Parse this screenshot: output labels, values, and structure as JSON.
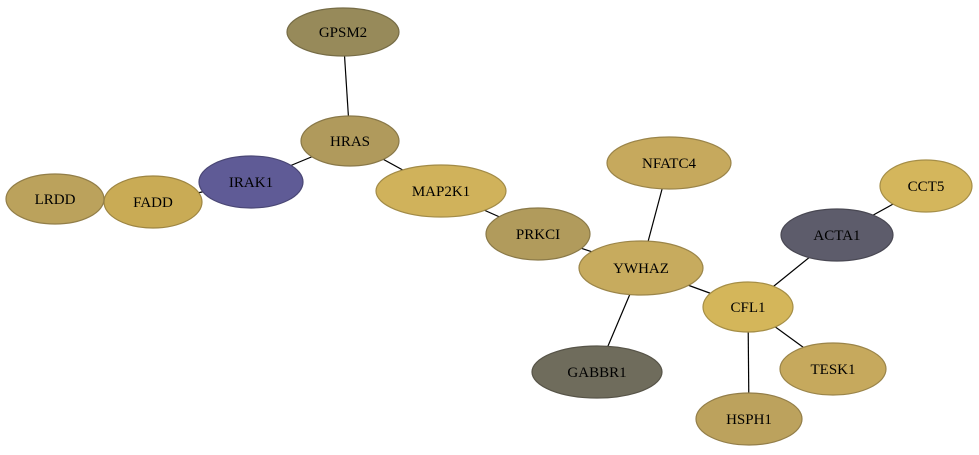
{
  "graph": {
    "nodes": [
      {
        "id": "GPSM2",
        "label": "GPSM2",
        "fill": "#978a5a"
      },
      {
        "id": "HRAS",
        "label": "HRAS",
        "fill": "#b09a5c"
      },
      {
        "id": "IRAK1",
        "label": "IRAK1",
        "fill": "#5f5b96"
      },
      {
        "id": "FADD",
        "label": "FADD",
        "fill": "#c9ab55"
      },
      {
        "id": "LRDD",
        "label": "LRDD",
        "fill": "#bba25c"
      },
      {
        "id": "MAP2K1",
        "label": "MAP2K1",
        "fill": "#d0b25b"
      },
      {
        "id": "PRKCI",
        "label": "PRKCI",
        "fill": "#b19b5c"
      },
      {
        "id": "NFATC4",
        "label": "NFATC4",
        "fill": "#c6a95d"
      },
      {
        "id": "YWHAZ",
        "label": "YWHAZ",
        "fill": "#c7ab5e"
      },
      {
        "id": "GABBR1",
        "label": "GABBR1",
        "fill": "#6f6c5c"
      },
      {
        "id": "CFL1",
        "label": "CFL1",
        "fill": "#d4b65a"
      },
      {
        "id": "ACTA1",
        "label": "ACTA1",
        "fill": "#5d5c6b"
      },
      {
        "id": "CCT5",
        "label": "CCT5",
        "fill": "#d4b65c"
      },
      {
        "id": "TESK1",
        "label": "TESK1",
        "fill": "#c6a95d"
      },
      {
        "id": "HSPH1",
        "label": "HSPH1",
        "fill": "#bca25d"
      }
    ],
    "edges": [
      {
        "source": "GPSM2",
        "target": "HRAS"
      },
      {
        "source": "HRAS",
        "target": "IRAK1"
      },
      {
        "source": "HRAS",
        "target": "MAP2K1"
      },
      {
        "source": "IRAK1",
        "target": "FADD"
      },
      {
        "source": "MAP2K1",
        "target": "PRKCI"
      },
      {
        "source": "PRKCI",
        "target": "YWHAZ"
      },
      {
        "source": "NFATC4",
        "target": "YWHAZ"
      },
      {
        "source": "YWHAZ",
        "target": "GABBR1"
      },
      {
        "source": "YWHAZ",
        "target": "CFL1"
      },
      {
        "source": "CFL1",
        "target": "ACTA1"
      },
      {
        "source": "ACTA1",
        "target": "CCT5"
      },
      {
        "source": "CFL1",
        "target": "TESK1"
      },
      {
        "source": "CFL1",
        "target": "HSPH1"
      }
    ]
  }
}
